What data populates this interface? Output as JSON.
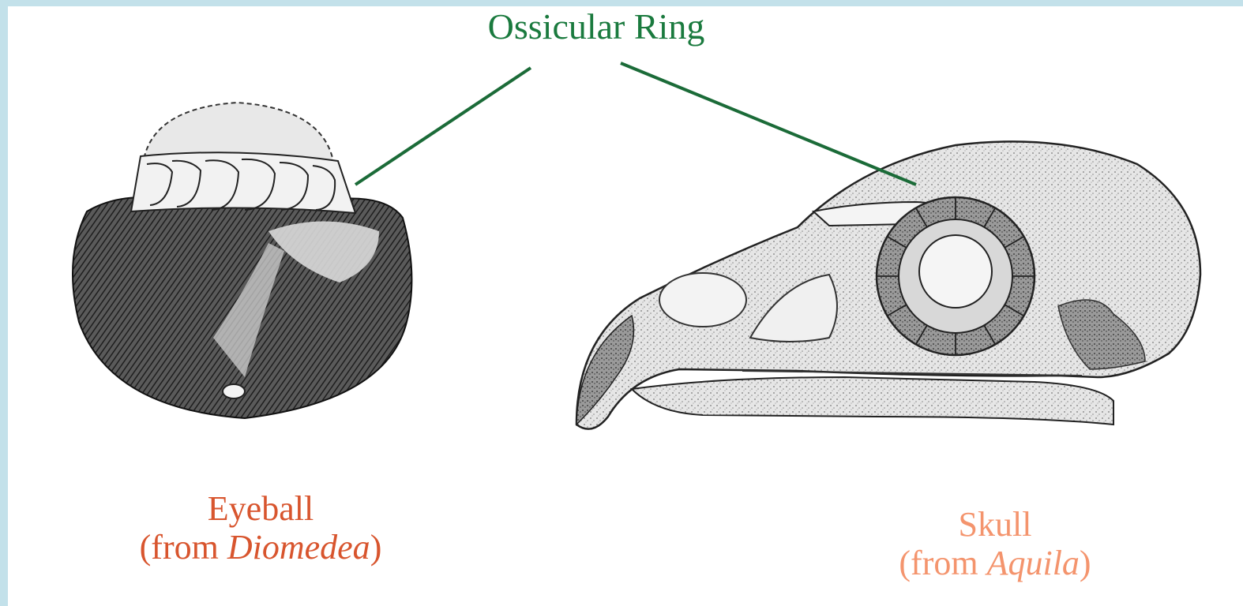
{
  "title": "Ossicular Ring",
  "eyeball": {
    "caption_line1": "Eyeball",
    "caption_pre": "(from ",
    "caption_genus": "Diomedea",
    "caption_post": ")"
  },
  "skull": {
    "caption_line1": "Skull",
    "caption_pre": "(from ",
    "caption_genus": "Aquila",
    "caption_post": ")"
  },
  "colors": {
    "frame": "#c3e1ea",
    "title": "#1a7a3e",
    "leader_line": "#1b6b38",
    "eyeball_caption": "#d8552e",
    "skull_caption": "#f4946d"
  }
}
